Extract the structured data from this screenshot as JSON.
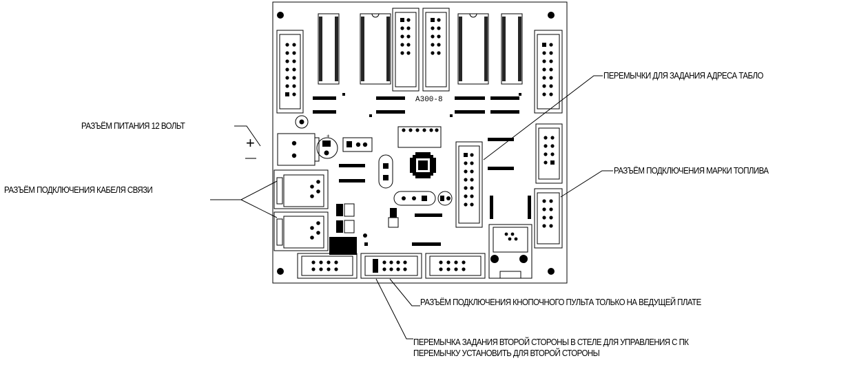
{
  "board": {
    "marking": "А300-8",
    "plus_sign": "+",
    "minus_sign": "—",
    "cap_plus": "+"
  },
  "labels": {
    "address_jumpers": "ПЕРЕМЫЧКИ ДЛЯ ЗАДАНИЯ АДРЕСА ТАБЛО",
    "power_connector": "РАЗЪЁМ ПИТАНИЯ 12 ВОЛЬТ",
    "fuel_grade_connector": "РАЗЪЁМ ПОДКЛЮЧЕНИЯ МАРКИ ТОПЛИВА",
    "cable_connector": "РАЗЪЁМ ПОДКЛЮЧЕНИЯ КАБЕЛЯ СВЯЗИ",
    "keypad_connector": "РАЗЪЁМ ПОДКЛЮЧЕНИЯ КНОПОЧНОГО ПУЛЬТА ТОЛЬКО НА ВЕДУЩЕЙ ПЛАТЕ",
    "second_side_jumper_line1": "ПЕРЕМЫЧКА ЗАДАНИЯ ВТОРОЙ СТОРОНЫ В СТЕЛЕ ДЛЯ УПРАВЛЕНИЯ С ПК",
    "second_side_jumper_line2": "ПЕРЕМЫЧКУ УСТАНОВИТЬ ДЛЯ ВТОРОЙ СТОРОНЫ"
  }
}
